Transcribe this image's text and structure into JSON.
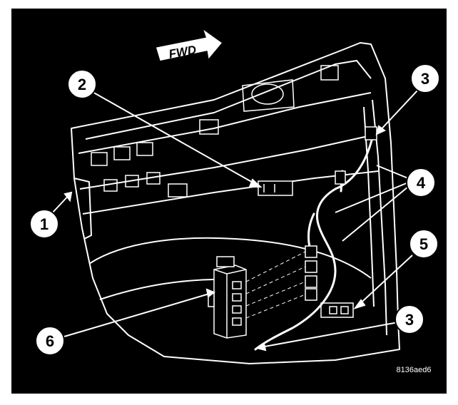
{
  "diagram": {
    "direction_label": "FWD",
    "figure_id": "8136aed6",
    "callouts": [
      {
        "id": "callout-1",
        "number": "1"
      },
      {
        "id": "callout-2",
        "number": "2"
      },
      {
        "id": "callout-3-top",
        "number": "3"
      },
      {
        "id": "callout-4",
        "number": "4"
      },
      {
        "id": "callout-5",
        "number": "5"
      },
      {
        "id": "callout-3-bottom",
        "number": "3"
      },
      {
        "id": "callout-6",
        "number": "6"
      }
    ],
    "colors": {
      "background": "#000000",
      "line_art": "#ffffff",
      "callout_fill": "#ffffff",
      "callout_text": "#000000"
    }
  }
}
